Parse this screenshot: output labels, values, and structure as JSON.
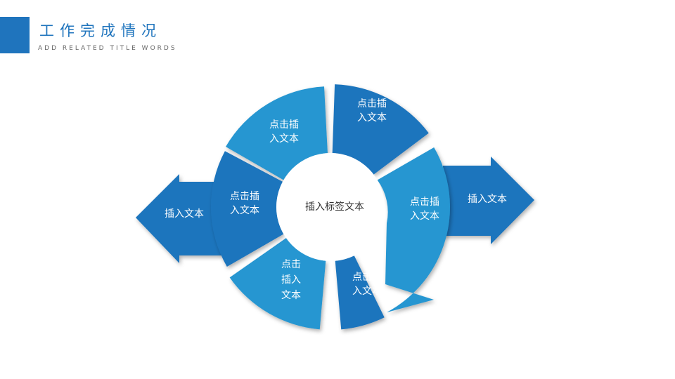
{
  "header": {
    "title": "工作完成情况",
    "subtitle": "ADD RELATED TITLE WORDS"
  },
  "colors": {
    "dark": "#1f74bd",
    "light": "#2596d1"
  },
  "center_label": "插入标签文本",
  "arrows": {
    "left": "插入文本",
    "right": "插入文本"
  },
  "segments": [
    {
      "lines": [
        "点击插",
        "入文本"
      ]
    },
    {
      "lines": [
        "点击插",
        "入文本"
      ]
    },
    {
      "lines": [
        "点击插",
        "入文本"
      ]
    },
    {
      "lines": [
        "点击插",
        "入文本"
      ]
    },
    {
      "lines": [
        "点击",
        "插入",
        "文本"
      ]
    },
    {
      "lines": [
        "点击插",
        "入文本"
      ]
    }
  ]
}
